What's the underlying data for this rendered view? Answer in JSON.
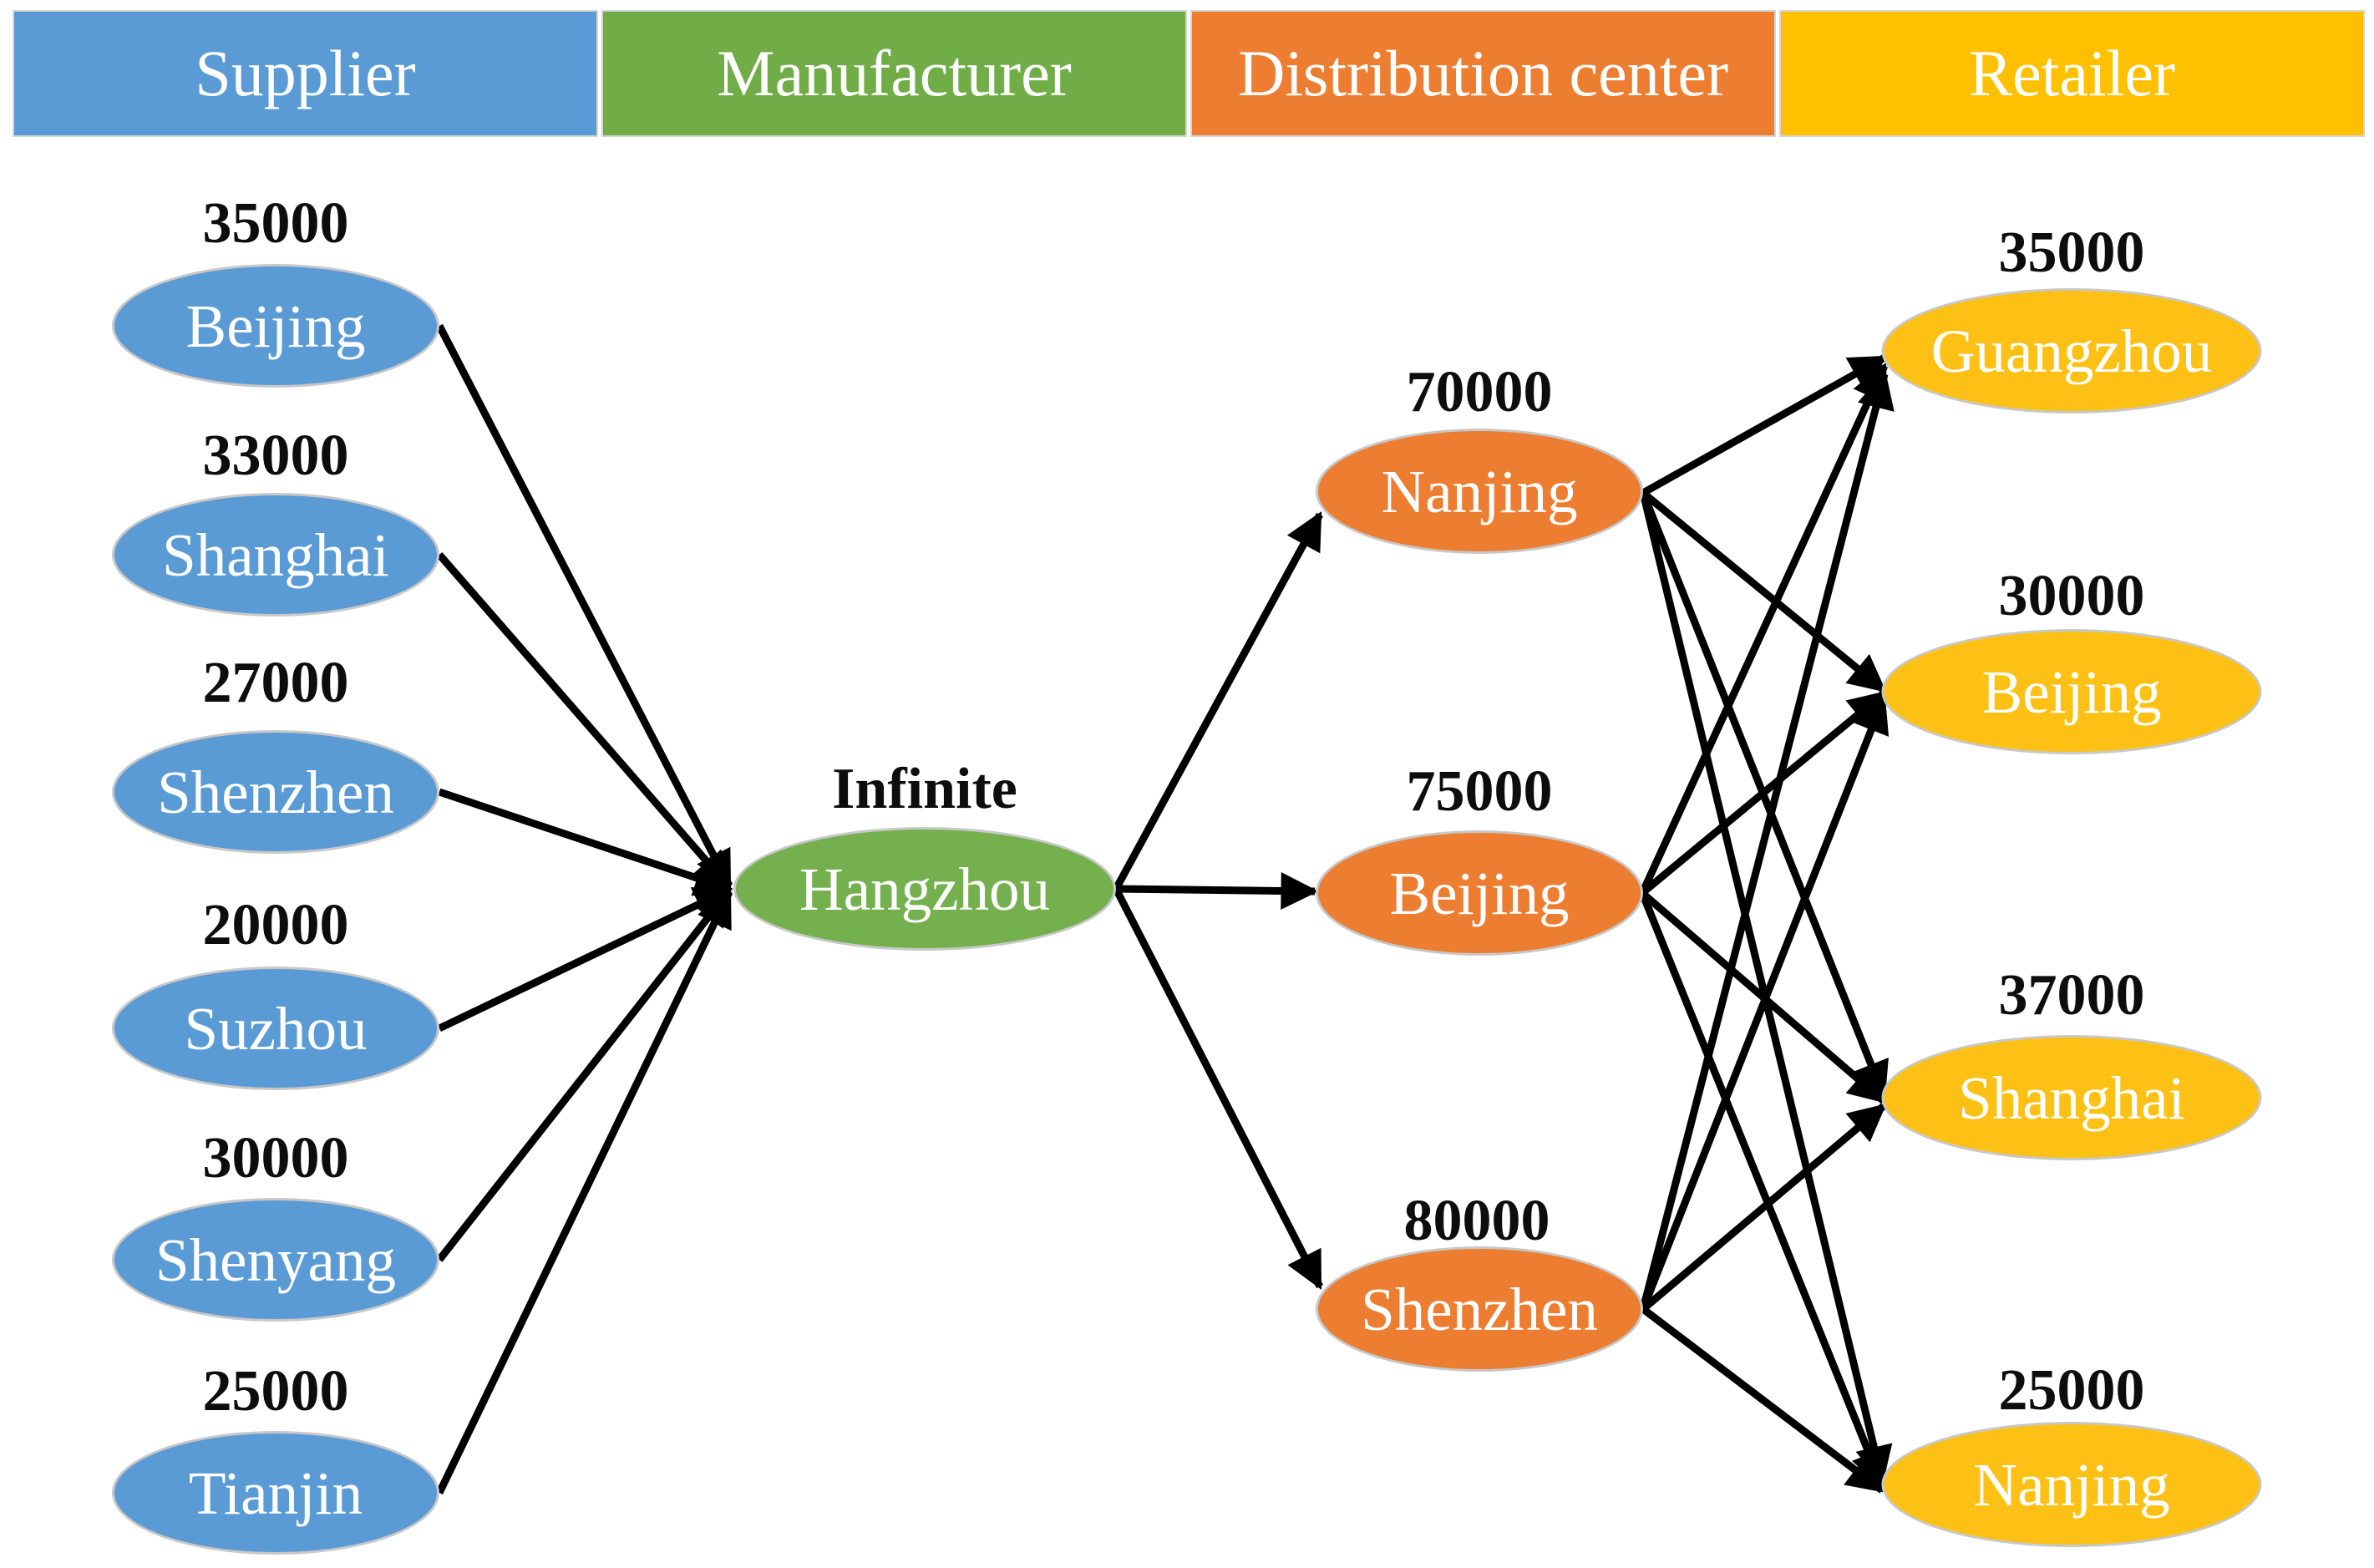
{
  "diagram": {
    "stages": [
      {
        "label": "Supplier",
        "color": "#5B9BD5"
      },
      {
        "label": "Manufacturer",
        "color": "#70AD47"
      },
      {
        "label": "Distribution center",
        "color": "#ED7D31"
      },
      {
        "label": "Retailer",
        "color": "#FFC000"
      }
    ],
    "suppliers": [
      {
        "name": "Beijing",
        "value": "35000"
      },
      {
        "name": "Shanghai",
        "value": "33000"
      },
      {
        "name": "Shenzhen",
        "value": "27000"
      },
      {
        "name": "Suzhou",
        "value": "20000"
      },
      {
        "name": "Shenyang",
        "value": "30000"
      },
      {
        "name": "Tianjin",
        "value": "25000"
      }
    ],
    "manufacturer": {
      "name": "Hangzhou",
      "value": "Infinite"
    },
    "distribution_centers": [
      {
        "name": "Nanjing",
        "value": "70000"
      },
      {
        "name": "Beijing",
        "value": "75000"
      },
      {
        "name": "Shenzhen",
        "value": "80000"
      }
    ],
    "retailers": [
      {
        "name": "Guangzhou",
        "value": "35000"
      },
      {
        "name": "Beijing",
        "value": "30000"
      },
      {
        "name": "Shanghai",
        "value": "37000"
      },
      {
        "name": "Nanjing",
        "value": "25000"
      }
    ],
    "node_colors": {
      "supplier": "#5B9BD5",
      "manufacturer": "#74B14E",
      "distribution_center": "#ED7D31",
      "retailer": "#FDC116"
    },
    "edge_color": "#000000",
    "edges": {
      "suppliers_to_manufacturer": [
        {
          "from": "Beijing",
          "to": "Hangzhou"
        },
        {
          "from": "Shanghai",
          "to": "Hangzhou"
        },
        {
          "from": "Shenzhen",
          "to": "Hangzhou"
        },
        {
          "from": "Suzhou",
          "to": "Hangzhou"
        },
        {
          "from": "Shenyang",
          "to": "Hangzhou"
        },
        {
          "from": "Tianjin",
          "to": "Hangzhou"
        }
      ],
      "manufacturer_to_distribution_centers": [
        {
          "from": "Hangzhou",
          "to": "Nanjing"
        },
        {
          "from": "Hangzhou",
          "to": "Beijing"
        },
        {
          "from": "Hangzhou",
          "to": "Shenzhen"
        }
      ],
      "distribution_centers_to_retailers": [
        {
          "from": "Nanjing",
          "to": "Guangzhou"
        },
        {
          "from": "Nanjing",
          "to": "Beijing"
        },
        {
          "from": "Nanjing",
          "to": "Shanghai"
        },
        {
          "from": "Nanjing",
          "to": "Nanjing"
        },
        {
          "from": "Beijing",
          "to": "Guangzhou"
        },
        {
          "from": "Beijing",
          "to": "Beijing"
        },
        {
          "from": "Beijing",
          "to": "Shanghai"
        },
        {
          "from": "Beijing",
          "to": "Nanjing"
        },
        {
          "from": "Shenzhen",
          "to": "Guangzhou"
        },
        {
          "from": "Shenzhen",
          "to": "Beijing"
        },
        {
          "from": "Shenzhen",
          "to": "Shanghai"
        },
        {
          "from": "Shenzhen",
          "to": "Nanjing"
        }
      ]
    }
  }
}
